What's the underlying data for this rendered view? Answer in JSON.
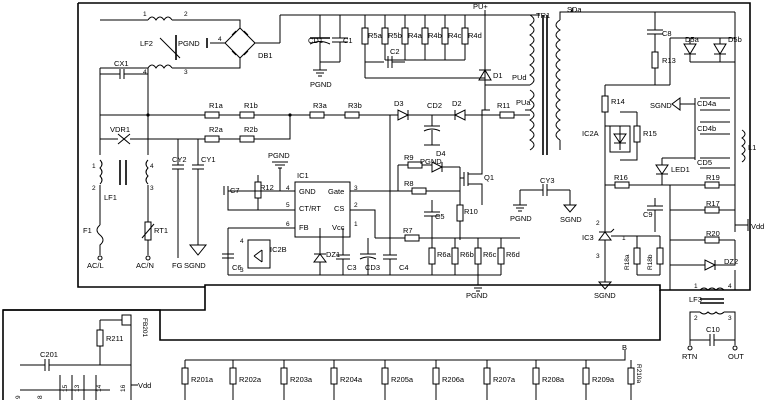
{
  "labels": {
    "lf2": "LF2",
    "lf2_p1": "1",
    "lf2_p2": "2",
    "lf2_p3": "3",
    "lf2_p4": "4",
    "cx1": "CX1",
    "pgnd_left": "PGND",
    "db1": "DB1",
    "db1_pin4": "4",
    "cd1": "CD1",
    "c1": "C1",
    "pgnd_bulk": "PGND",
    "r5a": "R5a",
    "r5b": "R5b",
    "r4a": "R4a",
    "r4b": "R4b",
    "r4c": "R4c",
    "r4d": "R4d",
    "c2": "C2",
    "pu_plus": "PU+",
    "tr1": "TR1",
    "sda": "SDa",
    "d1": "D1",
    "pud": "PUd",
    "c8": "C8",
    "d5a": "D5a",
    "d5b": "D5b",
    "r13": "R13",
    "r1a": "R1a",
    "r1b": "R1b",
    "r2a": "R2a",
    "r2b": "R2b",
    "r3a": "R3a",
    "r3b": "R3b",
    "d3": "D3",
    "cd2": "CD2",
    "d2": "D2",
    "r11": "R11",
    "pua": "PUa",
    "r14": "R14",
    "sgnd_right": "SGND",
    "cd4a": "CD4a",
    "cd4b": "CD4b",
    "l1": "L1",
    "vdr1": "VDR1",
    "ic2a": "IC2A",
    "r15": "R15",
    "cd5": "CD5",
    "led1": "LED1",
    "pgnd_ic1": "PGND",
    "ic1": "IC1",
    "r9": "R9",
    "d4": "D4",
    "pgnd_d4": "PGND",
    "lf1": "LF1",
    "cy2": "CY2",
    "cy1": "CY1",
    "c7": "C7",
    "r12": "R12",
    "ic1_gnd": "GND",
    "ic1_gate": "Gate",
    "ic1_ctrt": "CT/RT",
    "ic1_cs": "CS",
    "ic1_fb": "FB",
    "ic1_vcc": "Vcc",
    "p4": "4",
    "p3": "3",
    "p5": "5",
    "p2": "2",
    "p6": "6",
    "p1": "1",
    "r8": "R8",
    "q1": "Q1",
    "cy3": "CY3",
    "pgnd_cy3": "PGND",
    "sgnd_cy3": "SGND",
    "r16": "R16",
    "c9": "C9",
    "r19": "R19",
    "r17": "R17",
    "vdd_right": "Vdd",
    "r10": "R10",
    "c5": "C5",
    "r7": "R7",
    "ic3": "IC3",
    "ic3_p1": "1",
    "ic3_p2": "2",
    "ic3_p3": "3",
    "r18a": "R18a",
    "r18b": "R18b",
    "r20": "R20",
    "dz2": "DZ2",
    "f1": "F1",
    "rt1": "RT1",
    "ic2b": "IC2B",
    "ic2b_pin4": "4",
    "ic2b_pin3": "3",
    "dz1": "DZ1",
    "c3": "C3",
    "cd3": "CD3",
    "c4": "C4",
    "r6a": "R6a",
    "r6b": "R6b",
    "r6c": "R6c",
    "r6d": "R6d",
    "c6": "C6",
    "acl": "AC/L",
    "acn": "AC/N",
    "fg": "FG",
    "sgnd_fg": "SGND",
    "pgnd_bottom": "PGND",
    "sgnd_ic3": "SGND",
    "lf3": "LF3",
    "lf3_p1": "1",
    "lf3_p2": "2",
    "lf3_p3": "3",
    "lf3_p4": "4",
    "c10": "C10",
    "rtn": "RTN",
    "out": "OUT",
    "fb201": "FB201",
    "r211": "R211",
    "c201": "C201",
    "vdd_bottom": "Vdd",
    "pin8": "8",
    "pin15": "15",
    "pin13": "13",
    "pin14": "14",
    "pin16": "16",
    "pin9": "9",
    "r201a": "R201a",
    "r202a": "R202a",
    "r203a": "R203a",
    "r204a": "R204a",
    "r205a": "R205a",
    "r206a": "R206a",
    "r207a": "R207a",
    "r208a": "R208a",
    "r209a": "R209a",
    "r210a": "R210a",
    "b_node": "B"
  }
}
